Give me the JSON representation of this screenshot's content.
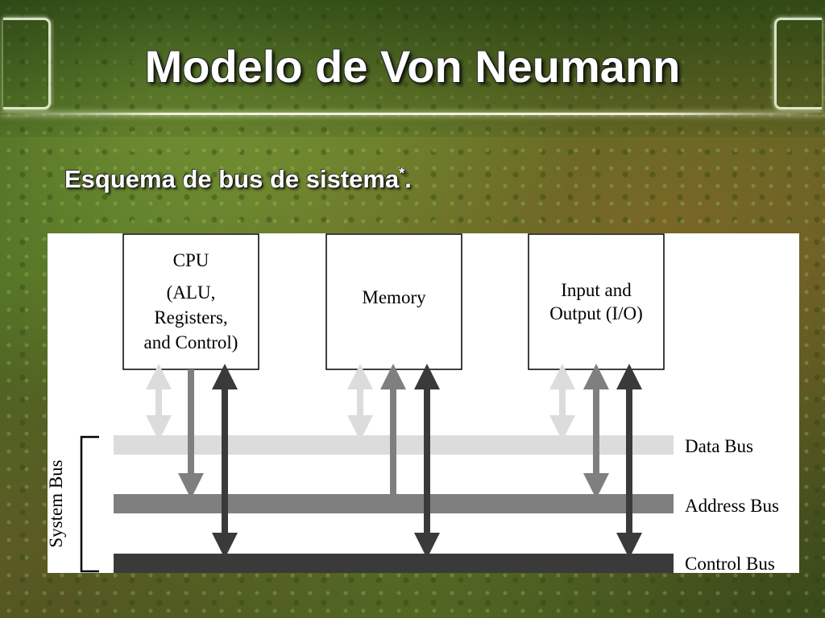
{
  "slide": {
    "title": "Modelo de Von Neumann",
    "subtitle": "Esquema de bus de sistema",
    "subtitle_mark": "*",
    "subtitle_end": "."
  },
  "diagram": {
    "components": {
      "cpu": {
        "line1": "CPU",
        "line2": "(ALU,",
        "line3": "Registers,",
        "line4": "and Control)"
      },
      "memory": {
        "line1": "Memory"
      },
      "io": {
        "line1": "Input and",
        "line2": "Output (I/O)"
      }
    },
    "buses": {
      "data": "Data Bus",
      "address": "Address Bus",
      "control": "Control Bus"
    },
    "system_bus_label": "System Bus",
    "colors": {
      "data_bus": "#dcdcdc",
      "address_bus": "#7f7f7f",
      "control_bus": "#3a3a3a",
      "background": "#ffffff"
    }
  }
}
